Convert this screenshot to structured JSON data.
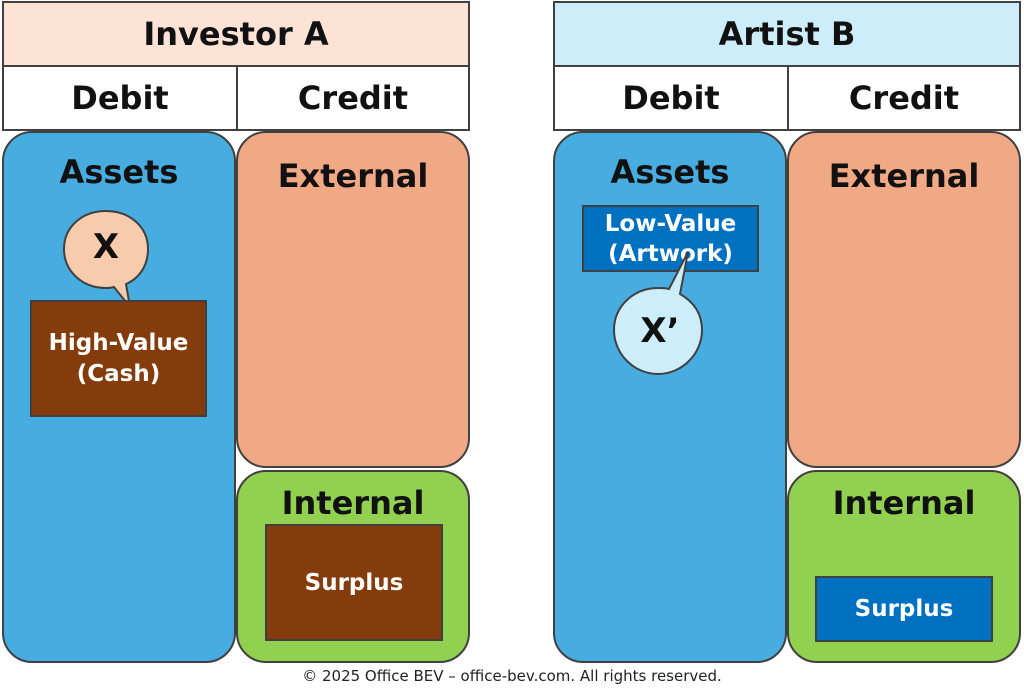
{
  "left": {
    "title": "Investor A",
    "debit": "Debit",
    "credit": "Credit",
    "assets": "Assets",
    "external": "External",
    "internal": "Internal",
    "bubble": "X",
    "asset_item_line1": "High-Value",
    "asset_item_line2": "(Cash)",
    "surplus": "Surplus"
  },
  "right": {
    "title": "Artist B",
    "debit": "Debit",
    "credit": "Credit",
    "assets": "Assets",
    "external": "External",
    "internal": "Internal",
    "bubble": "X’",
    "asset_item_line1": "Low-Value",
    "asset_item_line2": "(Artwork)",
    "surplus": "Surplus"
  },
  "footer": "© 2025 Office BEV – office-bev.com. All rights reserved.",
  "colors": {
    "investor_header": "#fce3d6",
    "artist_header": "#cdedfa",
    "assets": "#47ade0",
    "external": "#f1a885",
    "internal": "#92d050",
    "high_value": "#843c0c",
    "low_value": "#0070c0",
    "bubble_left": "#f8cbad",
    "bubble_right": "#cdedfa"
  }
}
